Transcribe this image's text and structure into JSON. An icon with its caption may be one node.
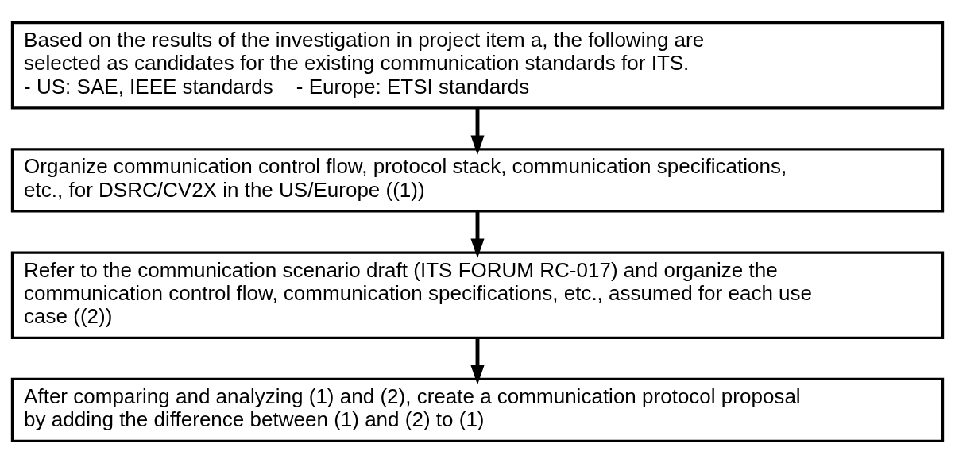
{
  "diagram": {
    "nodes": [
      {
        "text": [
          "Based on the results of the investigation in project item a, the following are selected as candidates for the existing communication standards for ITS.",
          "- US: SAE, IEEE standards    - Europe: ETSI standards"
        ]
      },
      {
        "text": [
          "Organize communication control flow, protocol stack, communication specifications, etc., for DSRC/CV2X in the US/Europe ((1))"
        ]
      },
      {
        "text": [
          "Refer to the communication scenario draft (ITS FORUM RC-017) and organize the communication control flow, communication specifications, etc., assumed for each use case ((2))"
        ]
      },
      {
        "text": [
          "After comparing and analyzing (1) and (2), create a communication protocol proposal by adding the difference between (1) and (2) to (1)"
        ]
      }
    ],
    "edges": [
      {
        "from": 0,
        "to": 1,
        "arrow": "to"
      },
      {
        "from": 1,
        "to": 2,
        "arrow": "to"
      },
      {
        "from": 2,
        "to": 3,
        "arrow": "to"
      }
    ]
  }
}
